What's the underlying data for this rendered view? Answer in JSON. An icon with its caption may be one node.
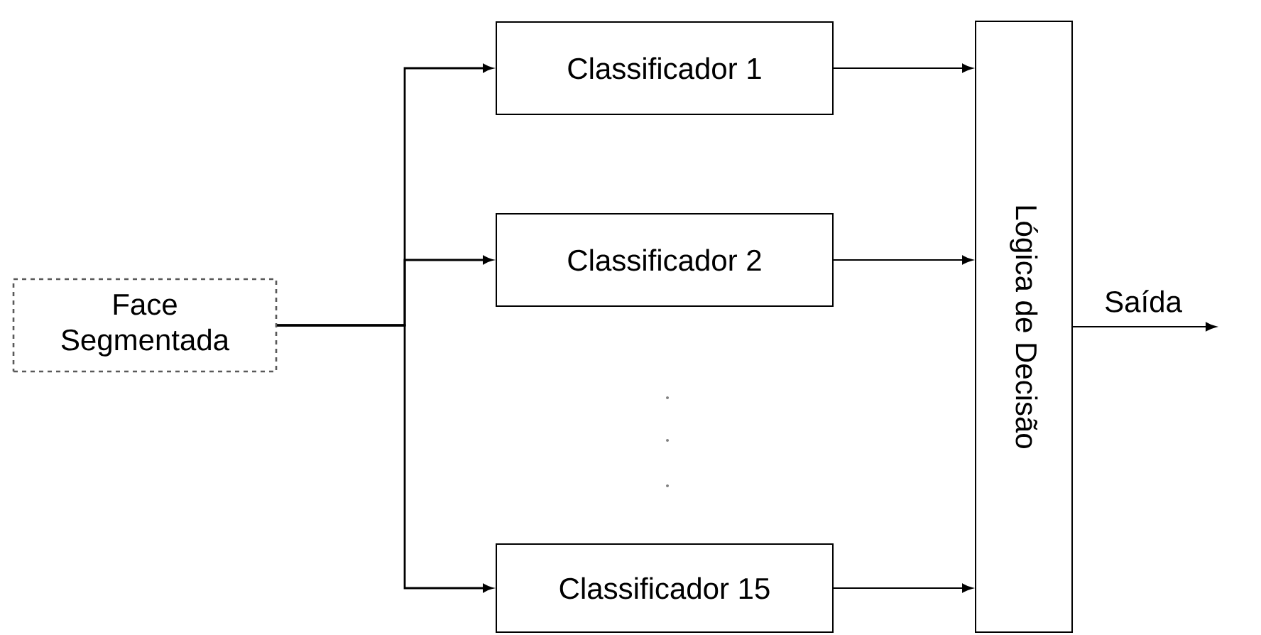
{
  "diagram": {
    "nodes": [
      {
        "text": [
          "Face Segmentada"
        ]
      },
      {
        "text": [
          "Classificador 1"
        ]
      },
      {
        "text": [
          "Classificador 2"
        ]
      },
      {
        "text": [
          "Classificador 15"
        ]
      },
      {
        "text": [
          "Lógica de Decisão"
        ]
      }
    ],
    "edges": [
      {
        "from": 0,
        "to": 1,
        "arrow": "to"
      },
      {
        "from": 0,
        "to": 2,
        "arrow": "to"
      },
      {
        "from": 0,
        "to": 3,
        "arrow": "to"
      },
      {
        "from": 1,
        "to": 4,
        "arrow": "to"
      },
      {
        "from": 2,
        "to": 4,
        "arrow": "to"
      },
      {
        "from": 3,
        "to": 4,
        "arrow": "to"
      },
      {
        "from": 4,
        "to": null,
        "arrow": "to",
        "label": "Saída"
      }
    ]
  }
}
